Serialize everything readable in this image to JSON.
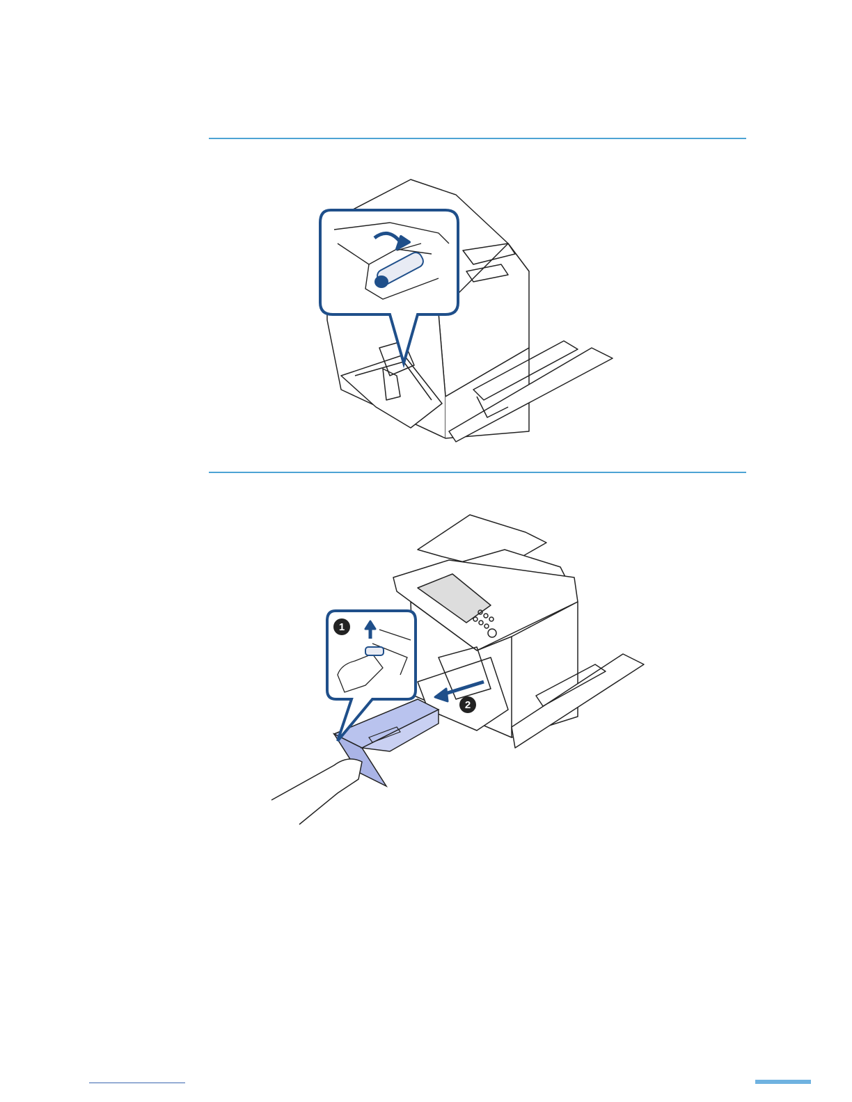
{
  "figures": [
    {
      "name": "open-lever-step",
      "accent_color": "#1f4f8a",
      "callout_color": "#1f4f8a"
    },
    {
      "name": "remove-cartridge-step",
      "accent_color": "#1f4f8a",
      "cartridge_color": "#b9c3ee",
      "badges": [
        "1",
        "2"
      ]
    }
  ],
  "colors": {
    "rule": "#4da3d4",
    "footer_bar": "#6fb2e0",
    "footer_line": "#3a66b0",
    "line_art": "#222222"
  }
}
